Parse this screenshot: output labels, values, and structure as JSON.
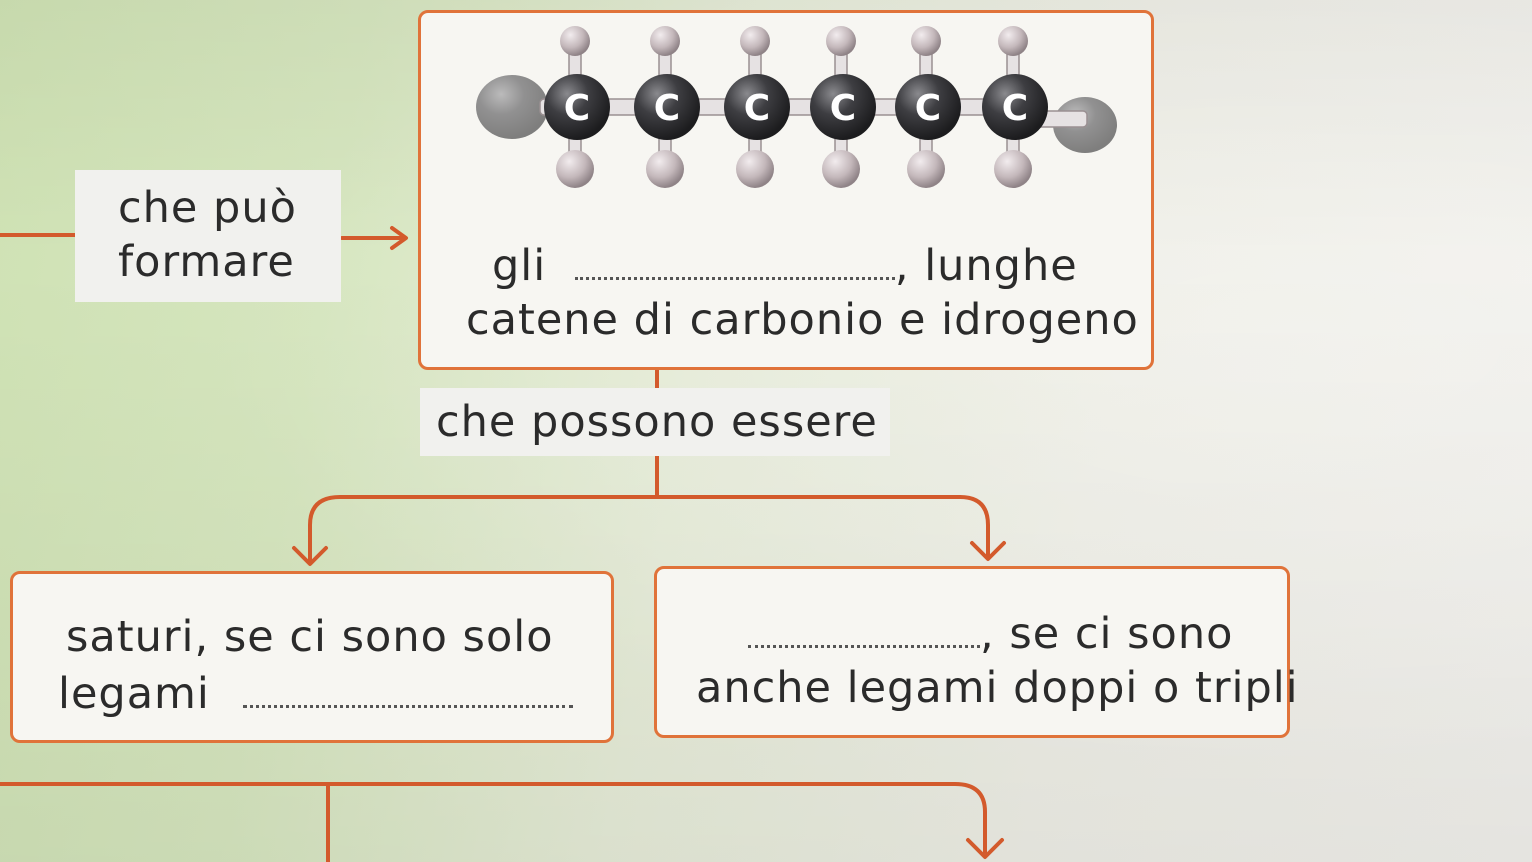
{
  "concept_map": {
    "link_can_form": {
      "line1": "che può",
      "line2": "formare"
    },
    "top_box": {
      "prefix": "gli",
      "suffix": ", lunghe",
      "line2": "catene di carbonio e idrogeno",
      "molecule_atom_label": "C"
    },
    "link_can_be": "che possono essere",
    "left_box": {
      "line1": "saturi, se ci sono solo",
      "line2": "legami"
    },
    "right_box": {
      "line1_suffix": ", se ci sono",
      "line2": "anche legami doppi o tripli"
    }
  },
  "colors": {
    "connector": "#d35a2c",
    "box_border": "#e0733a",
    "carbon_atom": "#3a3a3c",
    "hydrogen_atom": "#c9bfc2"
  }
}
